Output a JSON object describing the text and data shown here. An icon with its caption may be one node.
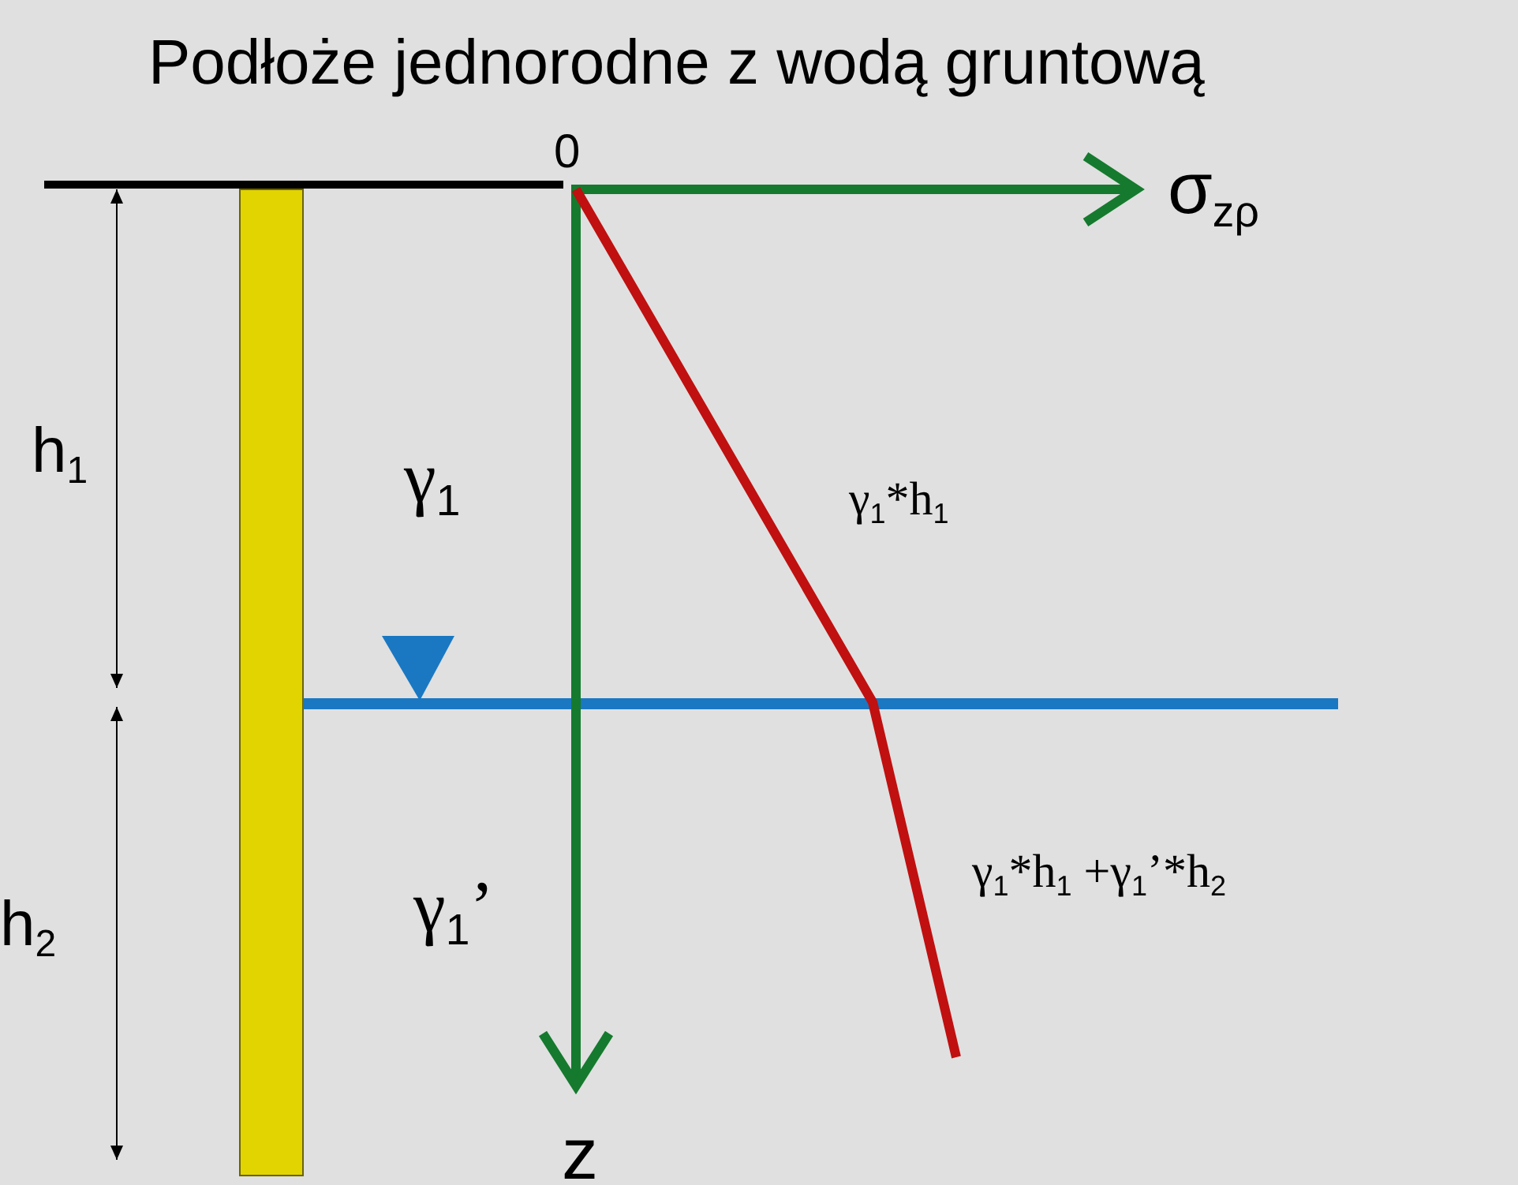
{
  "diagram": {
    "title": "Podłoże jednorodne z wodą gruntową",
    "nodes": [
      {
        "text": [],
        "shape": "bar"
      }
    ],
    "labels": [
      "0",
      "σ$_{zρ}$",
      "h$_{1}$",
      "γ$_{1}$",
      "γ$_{1}$*h$_{1}$",
      "h$_{2}$",
      "γ$_{1}$’",
      "γ$_{1}$*h$_{1}$ +γ$_{1}$’*h$_{2}$",
      "z"
    ]
  }
}
